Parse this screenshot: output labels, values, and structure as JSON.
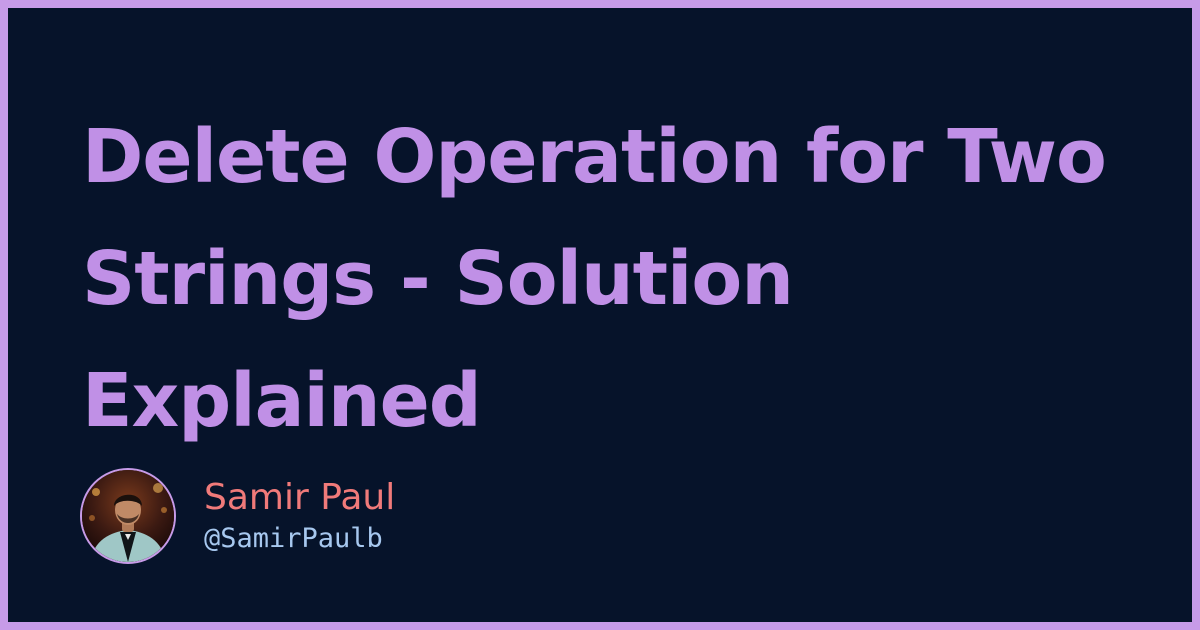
{
  "page": {
    "title": "Delete Operation for Two Strings - Solution Explained"
  },
  "author": {
    "name": "Samir Paul",
    "handle": "@SamirPaulb",
    "avatar_icon": "person-photo-icon"
  },
  "colors": {
    "background": "#06132a",
    "border": "#c79be8",
    "title": "#c090e6",
    "name": "#f07a7a",
    "handle": "#a7c8ef"
  }
}
